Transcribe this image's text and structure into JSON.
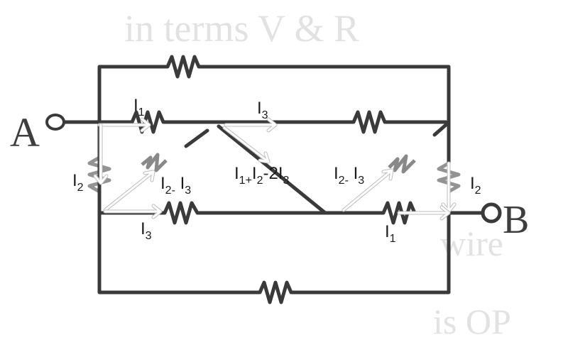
{
  "background_text": {
    "line1": "in terms V   & R",
    "line2": "wire",
    "line3": "is OP"
  },
  "terminals": {
    "a": "A",
    "b": "B"
  },
  "currents": {
    "i1_top": {
      "main": "I",
      "sub": "1"
    },
    "i3_top": {
      "main": "I",
      "sub": "3"
    },
    "i2_left": {
      "main": "I",
      "sub": "2"
    },
    "i2_minus_i3_left": {
      "main": "I",
      "sub": "2-",
      "tail": " I",
      "tail_sub": "3"
    },
    "i1_plus_i2_minus_2i3": {
      "main": "I",
      "sub": "1+",
      "mid": "I",
      "mid_sub": "2",
      "tail": "-2I",
      "tail_sub": "3"
    },
    "i2_minus_i3_right": {
      "main": "I",
      "sub": "2-",
      "tail": " I",
      "tail_sub": "3"
    },
    "i2_right": {
      "main": "I",
      "sub": "2"
    },
    "i3_bottom": {
      "main": "I",
      "sub": "3"
    },
    "i1_bottom": {
      "main": "I",
      "sub": "1"
    }
  },
  "colors": {
    "wire": "#3a3a3a",
    "arrow": "#ffffff",
    "text": "#1a1a1a"
  }
}
